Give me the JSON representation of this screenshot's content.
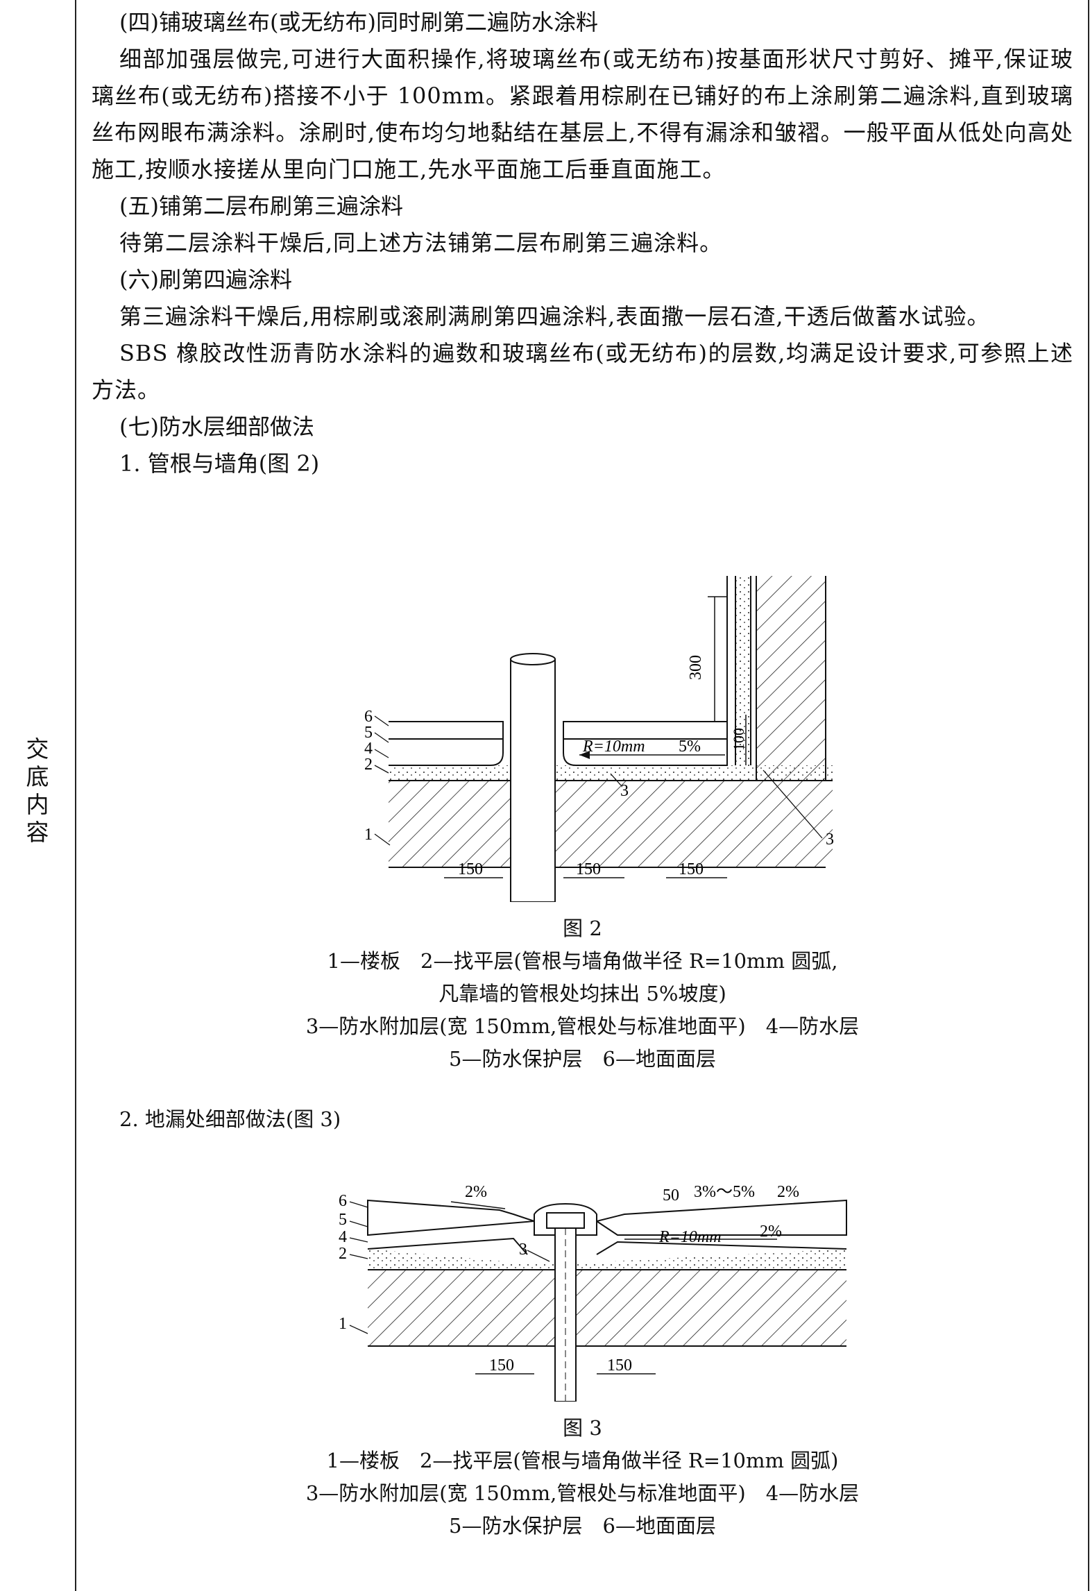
{
  "side_label": [
    "交",
    "底",
    "内",
    "容"
  ],
  "paragraphs": [
    {
      "type": "h",
      "text": "(四)铺玻璃丝布(或无纺布)同时刷第二遍防水涂料"
    },
    {
      "type": "p",
      "text": "细部加强层做完,可进行大面积操作,将玻璃丝布(或无纺布)按基面形状尺寸剪好、摊平,保证玻璃丝布(或无纺布)搭接不小于 100mm。紧跟着用棕刷在已铺好的布上涂刷第二遍涂料,直到玻璃丝布网眼布满涂料。涂刷时,使布均匀地黏结在基层上,不得有漏涂和皱褶。一般平面从低处向高处施工,按顺水接搓从里向门口施工,先水平面施工后垂直面施工。"
    },
    {
      "type": "h",
      "text": "(五)铺第二层布刷第三遍涂料"
    },
    {
      "type": "p",
      "text": "待第二层涂料干燥后,同上述方法铺第二层布刷第三遍涂料。"
    },
    {
      "type": "h",
      "text": "(六)刷第四遍涂料"
    },
    {
      "type": "p",
      "text": "第三遍涂料干燥后,用棕刷或滚刷满刷第四遍涂料,表面撒一层石渣,干透后做蓄水试验。"
    },
    {
      "type": "p",
      "text": "SBS 橡胶改性沥青防水涂料的遍数和玻璃丝布(或无纺布)的层数,均满足设计要求,可参照上述方法。"
    },
    {
      "type": "h",
      "text": "(七)防水层细部做法"
    },
    {
      "type": "h",
      "text": "1. 管根与墙角(图 2)"
    }
  ],
  "figure2": {
    "title": "图 2",
    "caption_lines": [
      "1—楼板　2—找平层(管根与墙角做半径 R=10mm 圆弧,",
      "凡靠墙的管根处均抹出 5%坡度)",
      "3—防水附加层(宽 150mm,管根处与标准地面平)　4—防水层",
      "5—防水保护层　6—地面面层"
    ],
    "labels": {
      "l1": "1",
      "l2": "2",
      "l3a": "3",
      "l3b": "3",
      "l4": "4",
      "l5": "5",
      "l6": "6",
      "radius": "R=10mm",
      "slope": "5%",
      "dim300": "300",
      "dim100": "100",
      "dimA": "150",
      "dimB": "150",
      "dimC": "150"
    }
  },
  "section2_heading": "2. 地漏处细部做法(图 3)",
  "figure3": {
    "title": "图 3",
    "caption_lines": [
      "1—楼板　2—找平层(管根与墙角做半径 R=10mm 圆弧)",
      "3—防水附加层(宽 150mm,管根处与标准地面平)　4—防水层",
      "5—防水保护层　6—地面面层"
    ],
    "labels": {
      "l1": "1",
      "l2": "2",
      "l3": "3",
      "l4": "4",
      "l5": "5",
      "l6": "6",
      "slopeL": "2%",
      "dim50": "50",
      "slopeR": "3%～5%",
      "slopeR2": "2%",
      "radius": "R=10mm",
      "slopeInner": "2%",
      "dimA": "150",
      "dimB": "150"
    }
  }
}
